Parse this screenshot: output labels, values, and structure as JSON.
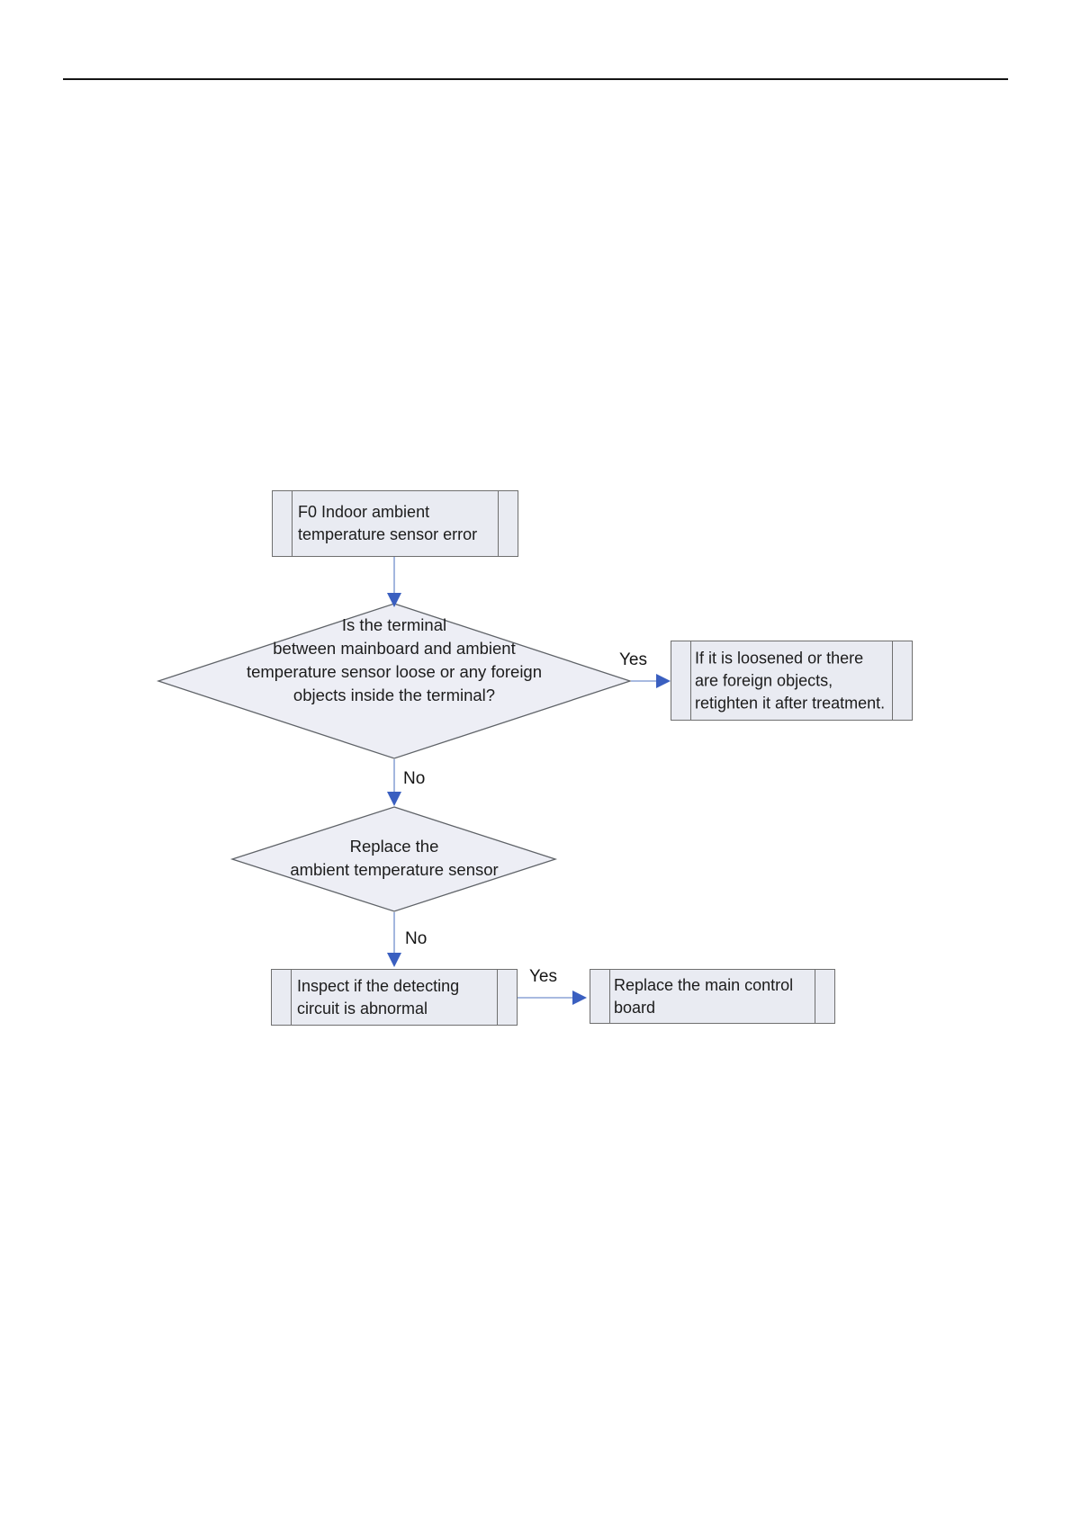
{
  "page": {
    "kind": "service-manual flowchart page"
  },
  "flowchart": {
    "nodes": {
      "start": {
        "text": "F0 Indoor ambient\ntemperature sensor error"
      },
      "decision1": {
        "text": "Is the terminal\nbetween mainboard and ambient\ntemperature sensor loose or any foreign\nobjects inside the terminal?"
      },
      "yes_action1": {
        "text": "If it is loosened or there\nare foreign objects,\nretighten it after treatment."
      },
      "decision2": {
        "text": "Replace the\nambient temperature sensor"
      },
      "process_inspect": {
        "text": "Inspect if the detecting\ncircuit is abnormal"
      },
      "yes_action2": {
        "text": "Replace the main control\nboard"
      }
    },
    "labels": {
      "yes1": "Yes",
      "no1": "No",
      "no2": "No",
      "yes2": "Yes"
    },
    "colors": {
      "node_fill": "#e9ebf2",
      "node_border": "#6f6f6f",
      "diamond_fill": "#edeef5",
      "diamond_border": "#5f6368",
      "arrow_stem": "#8ca4d6",
      "arrow_head": "#3a5fc0",
      "text": "#1c1c1c",
      "rule": "#141414"
    }
  }
}
